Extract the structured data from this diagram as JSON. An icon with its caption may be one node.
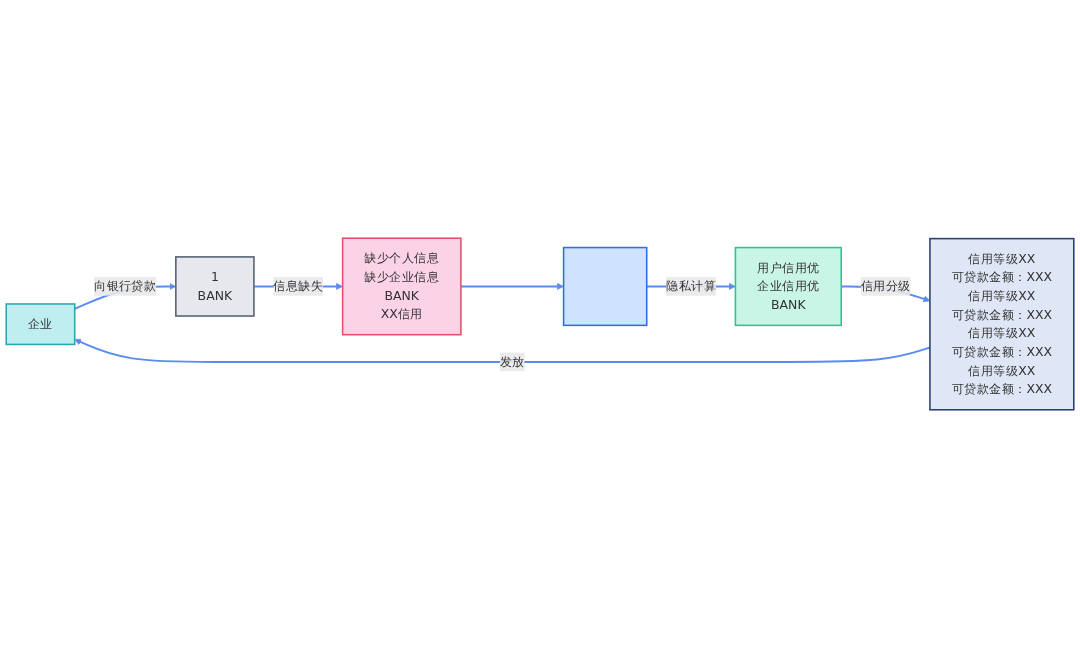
{
  "diagram": {
    "nodes": [
      {
        "text": [
          "企业"
        ]
      },
      {
        "text": [
          "1",
          "BANK"
        ]
      },
      {
        "text": [
          "缺少个人信息",
          "缺少企业信息",
          "BANK",
          "XX信用"
        ]
      },
      {
        "text": [],
        "shape": "box"
      },
      {
        "text": [
          "用户信用优",
          "企业信用优",
          "BANK"
        ]
      },
      {
        "text": [
          "信用等级XX",
          "可贷款金额：XXX",
          "信用等级XX",
          "可贷款金额：XXX",
          "信用等级XX",
          "可贷款金额：XXX",
          "信用等级XX",
          "可贷款金额：XXX"
        ]
      }
    ],
    "edges": [
      {
        "from": 0,
        "to": 1,
        "arrow": "to",
        "label": "向银行贷款"
      },
      {
        "from": 1,
        "to": 2,
        "arrow": "to",
        "label": "信息缺失"
      },
      {
        "from": 2,
        "to": 3,
        "arrow": "to"
      },
      {
        "from": 3,
        "to": 4,
        "arrow": "to",
        "label": "隐私计算"
      },
      {
        "from": 4,
        "to": 5,
        "arrow": "to",
        "label": "信用分级"
      },
      {
        "from": 5,
        "to": 0,
        "arrow": "to",
        "label": "发放"
      }
    ]
  }
}
